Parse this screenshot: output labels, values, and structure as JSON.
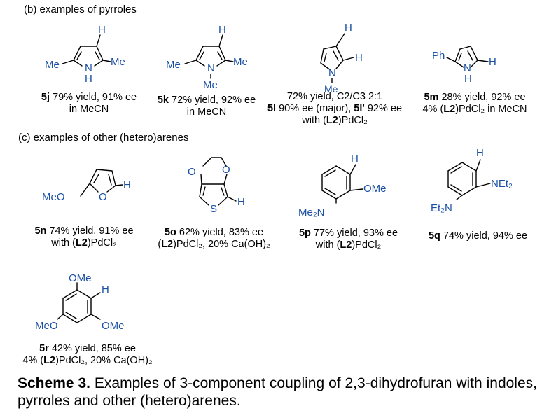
{
  "sections": {
    "pyrroles_heading": "(b) examples of pyrroles",
    "other_heading": "(c) examples of other (hetero)arenes"
  },
  "atoms": {
    "H": "H",
    "Me": "Me",
    "MeO": "MeO",
    "OMe": "OMe",
    "Ph": "Ph",
    "N": "N",
    "O": "O",
    "S": "S",
    "NEt2": "NEt₂",
    "Et2N": "Et₂N",
    "Me2N": "Me₂N"
  },
  "compounds": {
    "5j": {
      "id": "5j",
      "yield": "79% yield, 91% ee",
      "conditions": "in MeCN"
    },
    "5k": {
      "id": "5k",
      "yield": "72% yield, 92% ee",
      "conditions": "in MeCN"
    },
    "5l": {
      "yield": "72% yield, C2/C3 2:1",
      "id": "5l",
      "ee_major": "90% ee (major),",
      "id_minor": "5l'",
      "ee_minor": "92% ee",
      "with": "with (",
      "ligand": "L2",
      "catalyst": ")PdCl₂"
    },
    "5m": {
      "id": "5m",
      "yield": "28% yield, 92% ee",
      "loading": "4% (",
      "ligand": "L2",
      "catalyst": ")PdCl₂ in MeCN"
    },
    "5n": {
      "id": "5n",
      "yield": "74% yield, 91% ee",
      "with": "with (",
      "ligand": "L2",
      "catalyst": ")PdCl₂"
    },
    "5o": {
      "id": "5o",
      "yield": "62% yield, 83% ee",
      "open": "(",
      "ligand": "L2",
      "catalyst": ")PdCl₂, 20% Ca(OH)₂"
    },
    "5p": {
      "id": "5p",
      "yield": "77% yield, 93% ee",
      "with": "with (",
      "ligand": "L2",
      "catalyst": ")PdCl₂"
    },
    "5q": {
      "id": "5q",
      "yield": "74% yield, 94% ee"
    },
    "5r": {
      "id": "5r",
      "yield": "42% yield, 85% ee",
      "loading": "4% (",
      "ligand": "L2",
      "catalyst": ")PdCl₂, 20% Ca(OH)₂"
    }
  },
  "caption": {
    "label": "Scheme 3.",
    "text": " Examples of 3-component coupling of 2,3-dihydrofuran with indoles, pyrroles and other (hetero)arenes."
  },
  "colors": {
    "atom_label": "#1a4fa3",
    "bond": "#000000"
  }
}
